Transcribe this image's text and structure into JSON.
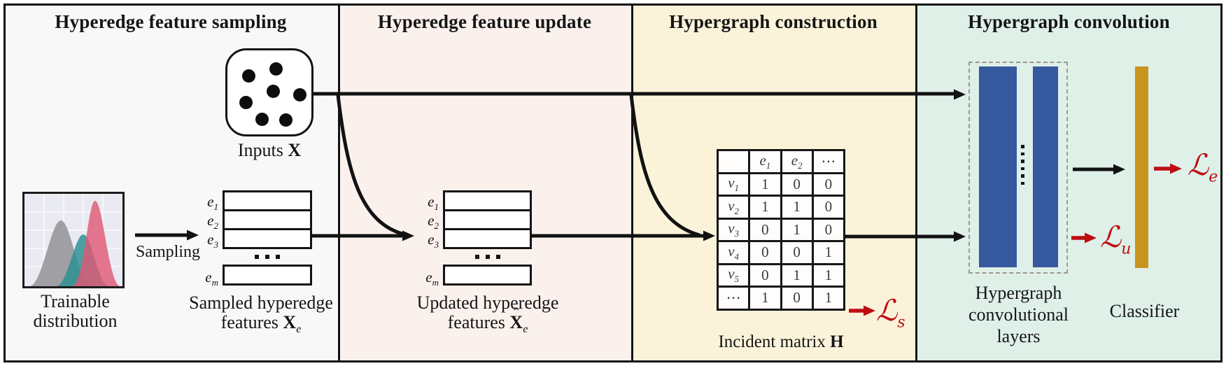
{
  "panels": [
    {
      "title": "Hyperedge feature sampling"
    },
    {
      "title": "Hyperedge feature update"
    },
    {
      "title": "Hypergraph construction"
    },
    {
      "title": "Hypergraph convolution"
    }
  ],
  "sampling_panel": {
    "inputs_label_prefix": "Inputs ",
    "inputs_label_bold": "X",
    "distribution_label_line1": "Trainable",
    "distribution_label_line2": "distribution",
    "sampling_label": "Sampling",
    "stack": {
      "rows": [
        {
          "base": "e",
          "sub": "1"
        },
        {
          "base": "e",
          "sub": "2"
        },
        {
          "base": "e",
          "sub": "3"
        }
      ],
      "last_row": {
        "base": "e",
        "sub": "m"
      }
    },
    "caption_line1": "Sampled hyperedge",
    "caption_line2_prefix": "features ",
    "caption_bold": "X",
    "caption_sub": "e"
  },
  "update_panel": {
    "stack": {
      "rows": [
        {
          "base": "e",
          "sub": "1"
        },
        {
          "base": "e",
          "sub": "2"
        },
        {
          "base": "e",
          "sub": "3"
        }
      ],
      "last_row": {
        "base": "e",
        "sub": "m"
      }
    },
    "caption_line1": "Updated hyperedge",
    "caption_line2_prefix": "features ",
    "caption_bold": "X",
    "caption_hat": "ˆ",
    "caption_sub": "e"
  },
  "construction_panel": {
    "matrix": {
      "col_headers": [
        {
          "base": "e",
          "sub": "1"
        },
        {
          "base": "e",
          "sub": "2"
        },
        {
          "base": "⋯",
          "sub": ""
        }
      ],
      "rows": [
        {
          "label_base": "v",
          "label_sub": "1",
          "cells": [
            "1",
            "0",
            "0"
          ]
        },
        {
          "label_base": "v",
          "label_sub": "2",
          "cells": [
            "1",
            "1",
            "0"
          ]
        },
        {
          "label_base": "v",
          "label_sub": "3",
          "cells": [
            "0",
            "1",
            "0"
          ]
        },
        {
          "label_base": "v",
          "label_sub": "4",
          "cells": [
            "0",
            "0",
            "1"
          ]
        },
        {
          "label_base": "v",
          "label_sub": "5",
          "cells": [
            "0",
            "1",
            "1"
          ]
        },
        {
          "label_base": "⋯",
          "label_sub": "",
          "cells": [
            "1",
            "0",
            "1"
          ]
        }
      ],
      "caption_prefix": "Incident matrix ",
      "caption_bold": "H"
    },
    "loss_s": {
      "glyph": "ℒ",
      "sub": "s"
    }
  },
  "convolution_panel": {
    "layers_caption_line1": "Hypergraph",
    "layers_caption_line2": "convolutional",
    "layers_caption_line3": "layers",
    "classifier_label": "Classifier",
    "loss_u": {
      "glyph": "ℒ",
      "sub": "u"
    },
    "loss_e": {
      "glyph": "ℒ",
      "sub": "e"
    }
  },
  "colors": {
    "accent_blue": "#35589e",
    "accent_gold": "#c8941d",
    "loss_red": "#bd0d13",
    "panel1_bg": "#f8f8f8",
    "panel2_bg": "#faf1ed",
    "panel3_bg": "#fbf3d9",
    "panel4_bg": "#dff0e8"
  }
}
